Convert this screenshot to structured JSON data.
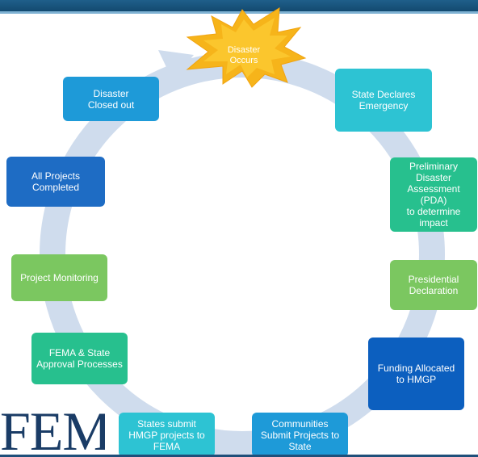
{
  "colors": {
    "header": "#1a5a86",
    "ring": "#cfdced",
    "star": "#f6b41a",
    "star_inner": "#ffd23a",
    "blue_dark": "#1e6cc4",
    "blue_medium": "#1e9ad8",
    "teal": "#2dc3d3",
    "green_teal": "#27c08e",
    "green": "#7bc760",
    "navy": "#0c5fbf",
    "logo": "#1a3c66"
  },
  "center_event": {
    "label": "Disaster\nOccurs",
    "shape": "star"
  },
  "steps": [
    {
      "label": "State Declares\nEmergency",
      "color": "#2dc3d3"
    },
    {
      "label": "Preliminary\nDisaster\nAssessment (PDA)\nto determine\nimpact",
      "color": "#27c08e"
    },
    {
      "label": "Presidential\nDeclaration",
      "color": "#7bc760"
    },
    {
      "label": "Funding Allocated\nto HMGP",
      "color": "#0c5fbf"
    },
    {
      "label": "Communities\nSubmit Projects to\nState",
      "color": "#1e9ad8"
    },
    {
      "label": "States submit\nHMGP projects to\nFEMA",
      "color": "#2dc3d3"
    },
    {
      "label": "FEMA & State\nApproval Processes",
      "color": "#27c08e"
    },
    {
      "label": "Project Monitoring",
      "color": "#7bc760"
    },
    {
      "label": "All Projects\nCompleted",
      "color": "#1e6cc4"
    },
    {
      "label": "Disaster\nClosed out",
      "color": "#1e9ad8"
    }
  ],
  "logo": {
    "text": "FEMA"
  }
}
